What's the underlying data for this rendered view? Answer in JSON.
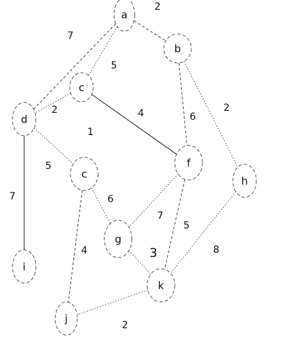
{
  "graph": {
    "nodes": [
      {
        "id": "a",
        "label": "a"
      },
      {
        "id": "b",
        "label": "b"
      },
      {
        "id": "c1",
        "label": "c"
      },
      {
        "id": "d",
        "label": "d"
      },
      {
        "id": "c2",
        "label": "c"
      },
      {
        "id": "f",
        "label": "f"
      },
      {
        "id": "h",
        "label": "h"
      },
      {
        "id": "g",
        "label": "g"
      },
      {
        "id": "i",
        "label": "i"
      },
      {
        "id": "k",
        "label": "k"
      },
      {
        "id": "j",
        "label": "j"
      }
    ],
    "edges": [
      {
        "from": "a",
        "to": "b",
        "weight": "2",
        "style": "dashed"
      },
      {
        "from": "a",
        "to": "d",
        "weight": "7",
        "style": "dashed"
      },
      {
        "from": "a",
        "to": "c1",
        "weight": "5",
        "style": "dotted"
      },
      {
        "from": "c1",
        "to": "d",
        "weight": "2",
        "style": "dotted"
      },
      {
        "from": "c1",
        "to": "f",
        "weight": "4",
        "style": "solid"
      },
      {
        "from": "b",
        "to": "f",
        "weight": "6",
        "style": "dashed"
      },
      {
        "from": "b",
        "to": "h",
        "weight": "2",
        "style": "dotted"
      },
      {
        "from": "d",
        "to": "c2",
        "weight": "5",
        "style": "dotted"
      },
      {
        "from": "d",
        "to": "i",
        "weight": "7",
        "style": "solid"
      },
      {
        "from": "c2",
        "to": "g",
        "weight": "6",
        "style": "dotted"
      },
      {
        "from": "c2",
        "to": "j",
        "weight": "4",
        "style": "dashed"
      },
      {
        "from": "f",
        "to": "g",
        "weight": "7",
        "style": "dotted"
      },
      {
        "from": "f",
        "to": "k",
        "weight": "5",
        "style": "dashed"
      },
      {
        "from": "g",
        "to": "k",
        "weight": "3",
        "style": "dotted"
      },
      {
        "from": "h",
        "to": "k",
        "weight": "8",
        "style": "dotted"
      },
      {
        "from": "k",
        "to": "j",
        "weight": "2",
        "style": "dotted"
      }
    ],
    "floating_labels": [
      {
        "id": "cf-extra",
        "text": "1"
      }
    ]
  }
}
